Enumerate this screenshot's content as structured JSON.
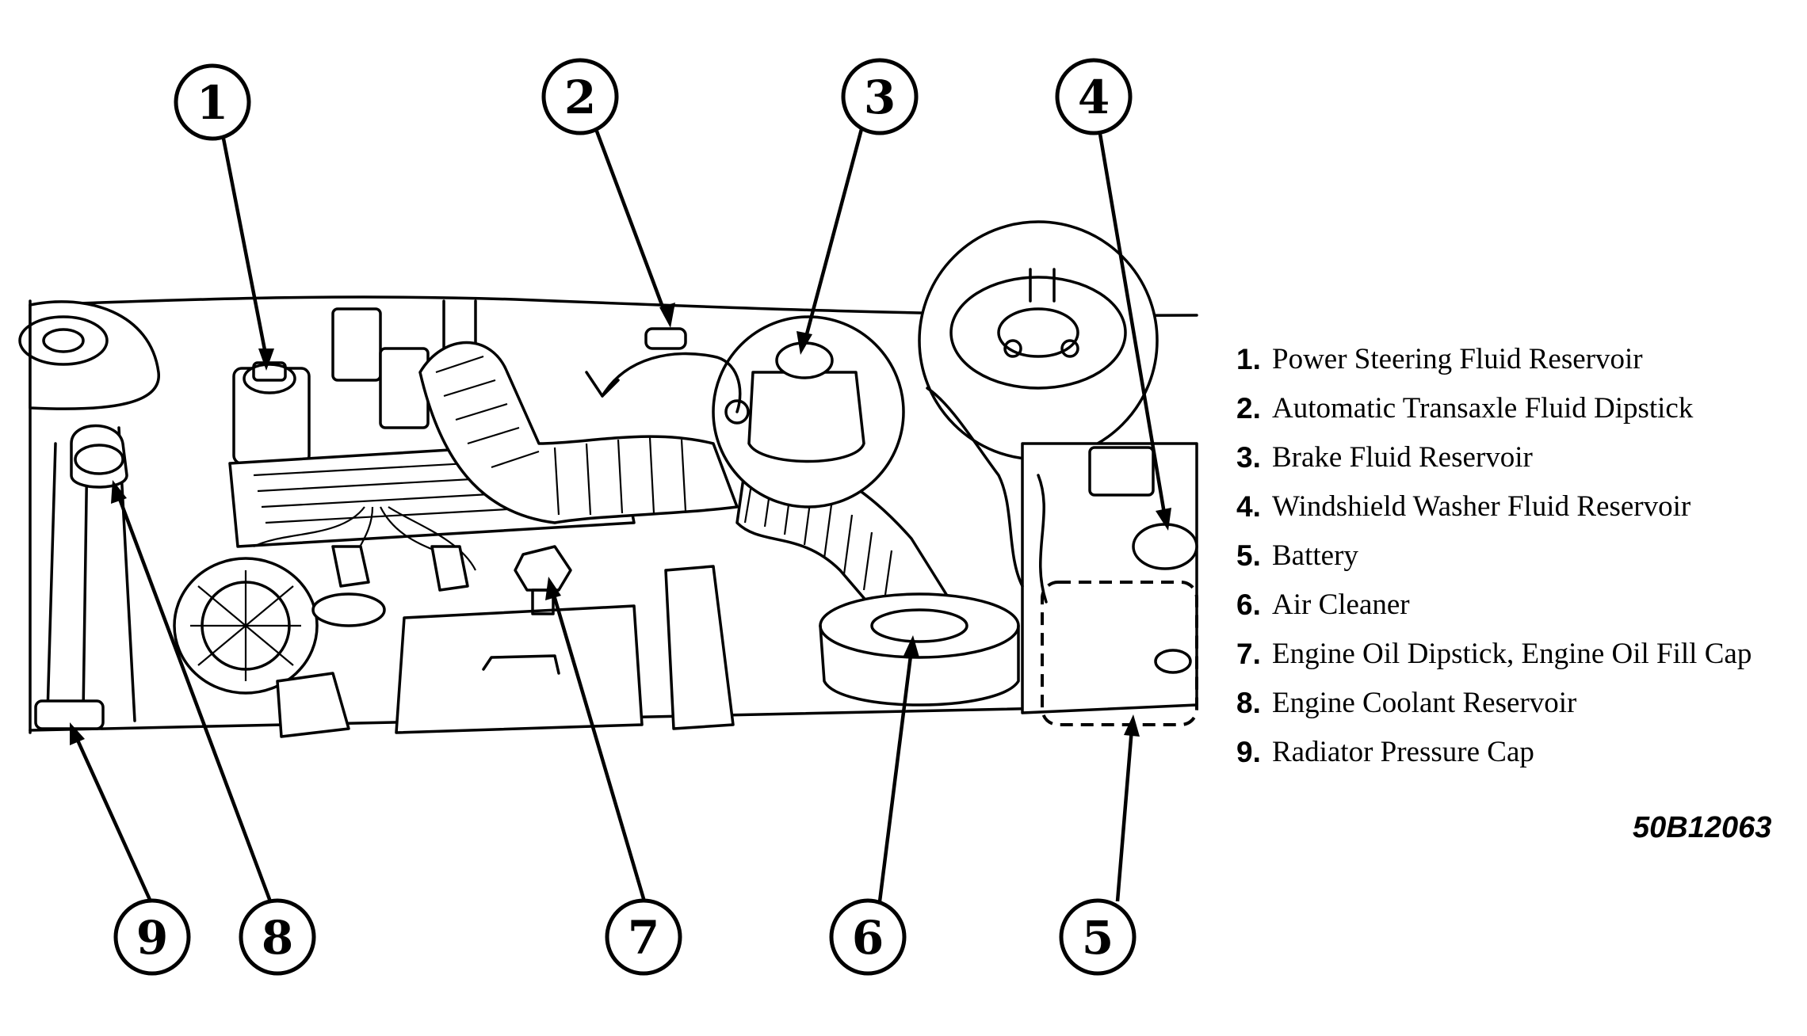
{
  "callouts": [
    {
      "number": "1"
    },
    {
      "number": "2"
    },
    {
      "number": "3"
    },
    {
      "number": "4"
    },
    {
      "number": "5"
    },
    {
      "number": "6"
    },
    {
      "number": "7"
    },
    {
      "number": "8"
    },
    {
      "number": "9"
    }
  ],
  "legend": [
    {
      "number": "1.",
      "label": "Power Steering Fluid Reservoir"
    },
    {
      "number": "2.",
      "label": "Automatic Transaxle Fluid Dipstick"
    },
    {
      "number": "3.",
      "label": "Brake Fluid Reservoir"
    },
    {
      "number": "4.",
      "label": "Windshield Washer Fluid Reservoir"
    },
    {
      "number": "5.",
      "label": "Battery"
    },
    {
      "number": "6.",
      "label": "Air Cleaner"
    },
    {
      "number": "7.",
      "label": "Engine Oil Dipstick, Engine Oil Fill Cap"
    },
    {
      "number": "8.",
      "label": "Engine Coolant Reservoir"
    },
    {
      "number": "9.",
      "label": "Radiator Pressure Cap"
    }
  ],
  "figure_code": "50B12063",
  "colors": {
    "ink": "#000000",
    "paper": "#ffffff"
  }
}
